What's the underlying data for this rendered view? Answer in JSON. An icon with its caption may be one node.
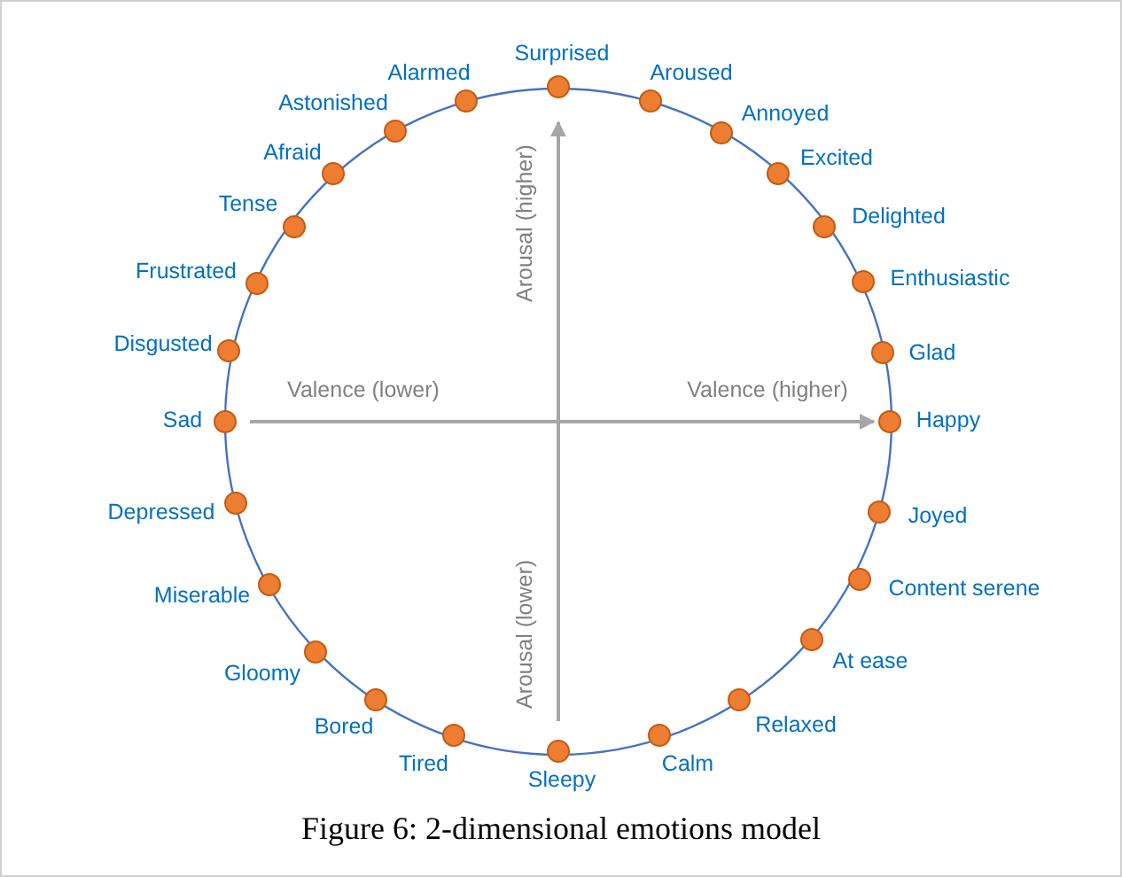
{
  "diagram": {
    "caption": "Figure 6: 2-dimensional emotions model",
    "nodes": [
      {
        "text": [],
        "shape": "circle",
        "beside": [
          "Surprised"
        ]
      },
      {
        "text": [],
        "shape": "circle",
        "beside": [
          "Aroused"
        ]
      },
      {
        "text": [],
        "shape": "circle",
        "beside": [
          "Annoyed"
        ]
      },
      {
        "text": [],
        "shape": "circle",
        "beside": [
          "Excited"
        ]
      },
      {
        "text": [],
        "shape": "circle",
        "beside": [
          "Delighted"
        ]
      },
      {
        "text": [],
        "shape": "circle",
        "beside": [
          "Enthusiastic"
        ]
      },
      {
        "text": [],
        "shape": "circle",
        "beside": [
          "Glad"
        ]
      },
      {
        "text": [],
        "shape": "circle",
        "beside": [
          "Happy"
        ]
      },
      {
        "text": [],
        "shape": "circle",
        "beside": [
          "Joyed"
        ]
      },
      {
        "text": [],
        "shape": "circle",
        "beside": [
          "Content serene"
        ]
      },
      {
        "text": [],
        "shape": "circle",
        "beside": [
          "At ease"
        ]
      },
      {
        "text": [],
        "shape": "circle",
        "beside": [
          "Relaxed"
        ]
      },
      {
        "text": [],
        "shape": "circle",
        "beside": [
          "Calm"
        ]
      },
      {
        "text": [],
        "shape": "circle",
        "beside": [
          "Sleepy"
        ]
      },
      {
        "text": [],
        "shape": "circle",
        "beside": [
          "Tired"
        ]
      },
      {
        "text": [],
        "shape": "circle",
        "beside": [
          "Bored"
        ]
      },
      {
        "text": [],
        "shape": "circle",
        "beside": [
          "Gloomy"
        ]
      },
      {
        "text": [],
        "shape": "circle",
        "beside": [
          "Miserable"
        ]
      },
      {
        "text": [],
        "shape": "circle",
        "beside": [
          "Depressed"
        ]
      },
      {
        "text": [],
        "shape": "circle",
        "beside": [
          "Sad"
        ]
      },
      {
        "text": [],
        "shape": "circle",
        "beside": [
          "Disgusted"
        ]
      },
      {
        "text": [],
        "shape": "circle",
        "beside": [
          "Frustrated"
        ]
      },
      {
        "text": [],
        "shape": "circle",
        "beside": [
          "Tense"
        ]
      },
      {
        "text": [],
        "shape": "circle",
        "beside": [
          "Afraid"
        ]
      },
      {
        "text": [],
        "shape": "circle",
        "beside": [
          "Astonished"
        ]
      },
      {
        "text": [],
        "shape": "circle",
        "beside": [
          "Alarmed"
        ]
      }
    ],
    "edges": [],
    "labels": [
      "Arousal (higher)",
      "Valence (lower)",
      "Valence (higher)",
      "Arousal (lower)"
    ]
  }
}
